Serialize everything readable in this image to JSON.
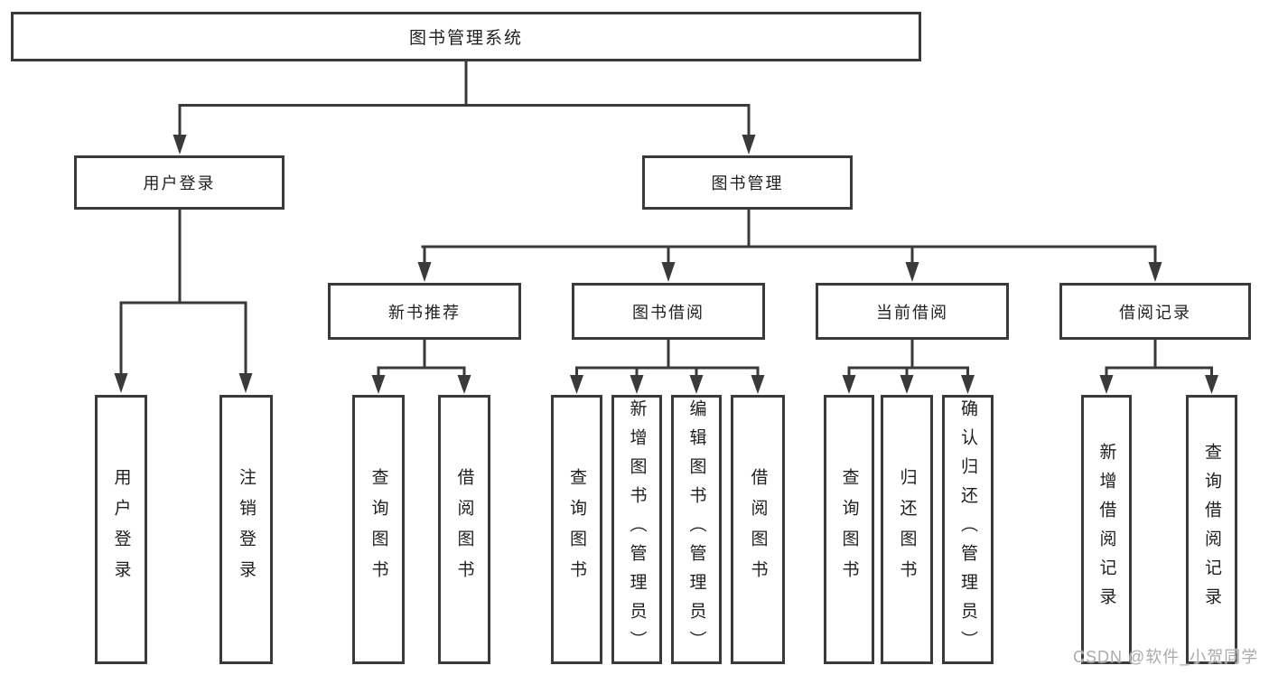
{
  "diagram": {
    "type": "tree",
    "title": "图书管理系统",
    "nodes": {
      "root": "图书管理系统",
      "user_login": "用户登录",
      "book_mgmt": "图书管理",
      "new_book_rec": "新书推荐",
      "book_borrow": "图书借阅",
      "current_borrow": "当前借阅",
      "borrow_record": "借阅记录",
      "leaf_user_login": "用户登录",
      "leaf_logout": "注销登录",
      "leaf_nbr_query": "查询图书",
      "leaf_nbr_borrow": "借阅图书",
      "leaf_bb_query": "查询图书",
      "leaf_bb_add": "新增图书（管理员）",
      "leaf_bb_edit": "编辑图书（管理员）",
      "leaf_bb_borrow": "借阅图书",
      "leaf_cb_query": "查询图书",
      "leaf_cb_return": "归还图书",
      "leaf_cb_confirm": "确认归还（管理员）",
      "leaf_br_add": "新增借阅记录",
      "leaf_br_query": "查询借阅记录"
    },
    "hierarchy": {
      "图书管理系统": {
        "用户登录": [
          "用户登录",
          "注销登录"
        ],
        "图书管理": {
          "新书推荐": [
            "查询图书",
            "借阅图书"
          ],
          "图书借阅": [
            "查询图书",
            "新增图书（管理员）",
            "编辑图书（管理员）",
            "借阅图书"
          ],
          "当前借阅": [
            "查询图书",
            "归还图书",
            "确认归还（管理员）"
          ],
          "借阅记录": [
            "新增借阅记录",
            "查询借阅记录"
          ]
        }
      }
    },
    "colors": {
      "line": "#3a3a3a",
      "box_border": "#3a3a3a",
      "text": "#1f1f1f",
      "background": "#ffffff",
      "watermark": "#ababab"
    }
  },
  "watermark": "CSDN @软件_小贺同学"
}
